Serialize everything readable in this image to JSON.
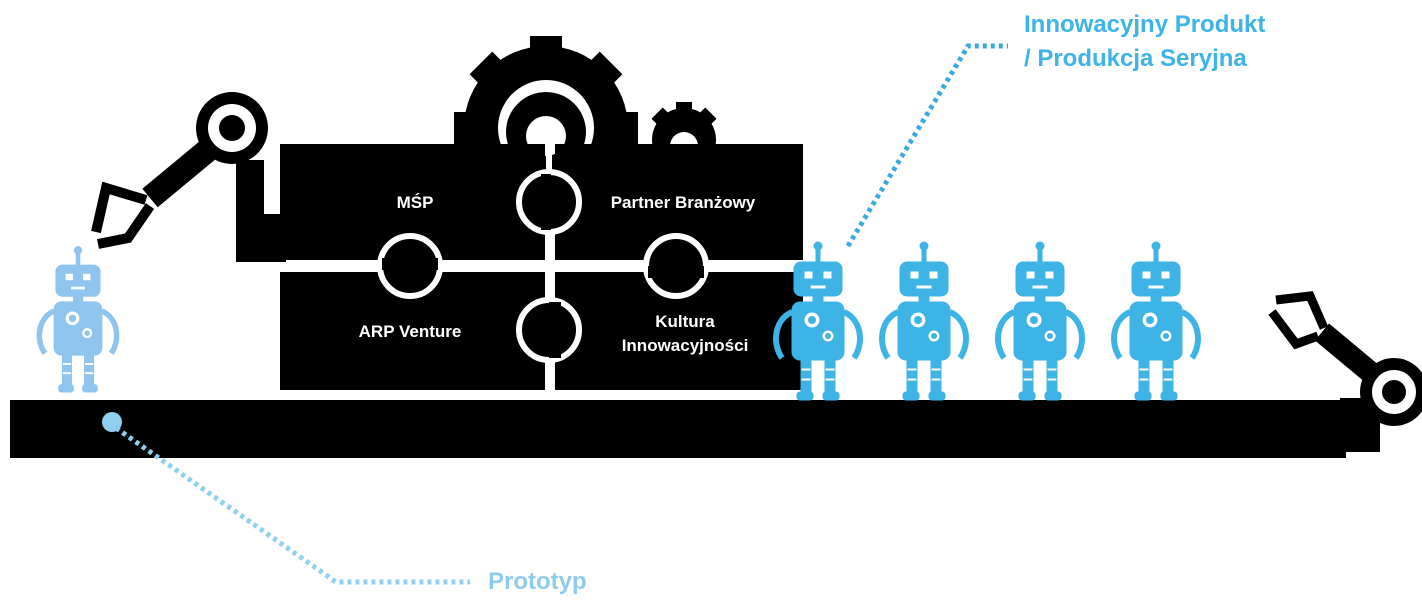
{
  "pieces": {
    "msp": "MŚP",
    "partner": "Partner Branżowy",
    "arp": "ARP Venture",
    "kultura_line1": "Kultura",
    "kultura_line2": "Innowacyjności"
  },
  "labels": {
    "product_line1": "Innowacyjny Produkt",
    "product_line2": "/ Produkcja Seryjna",
    "prototype": "Prototyp"
  },
  "colors": {
    "black": "#000000",
    "production_robot": "#3db3e6",
    "prototype_robot": "#8fc4ee",
    "prototype_dots": "#8fd0ef",
    "product_dots": "#3aa9dd",
    "label_blue": "#3db3e6"
  }
}
